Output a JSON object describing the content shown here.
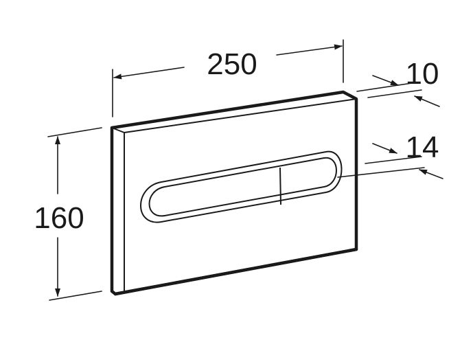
{
  "dimensions": {
    "width": "250",
    "height": "160",
    "depth": "10",
    "button_offset": "14"
  },
  "colors": {
    "line": "#1a1a1a",
    "background": "#ffffff"
  }
}
